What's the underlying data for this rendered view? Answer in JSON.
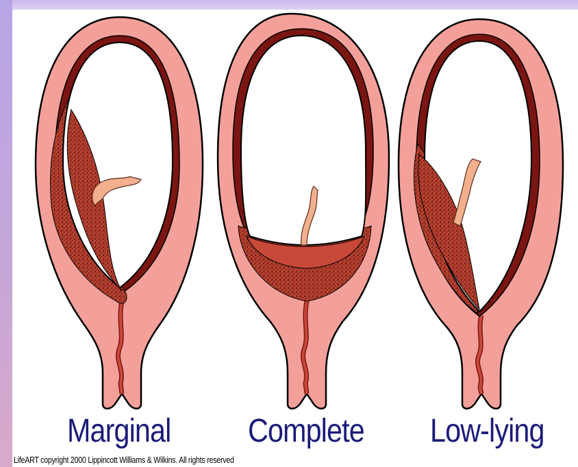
{
  "diagram": {
    "panels": [
      {
        "id": "marginal",
        "label": "Marginal"
      },
      {
        "id": "complete",
        "label": "Complete"
      },
      {
        "id": "low-lying",
        "label": "Low-lying"
      }
    ],
    "colors": {
      "uterine_wall": "#f4a09a",
      "outline": "#000000",
      "placenta": "#c8483a",
      "lining": "#7a1512",
      "cord": "#f3b08e",
      "label_text": "#1b1b7a"
    }
  },
  "footer": {
    "copyright": "LifeART copyright 2000 Lippincott Williams & Wilkins. All rights reserved"
  }
}
